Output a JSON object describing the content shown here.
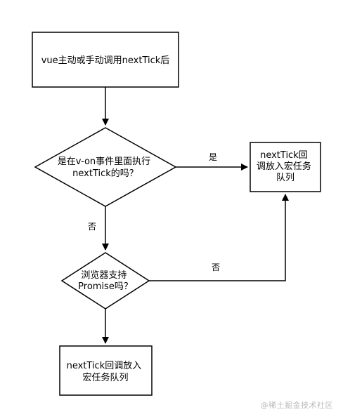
{
  "nodes": {
    "start": {
      "lines": [
        "vue主动或手动调用nextTick后"
      ]
    },
    "decision_von": {
      "lines": [
        "是在v-on事件里面执行",
        "nextTick的吗？"
      ]
    },
    "macro_task_right": {
      "lines": [
        "nextTick回",
        "调放入宏任务",
        "队列"
      ]
    },
    "decision_promise": {
      "lines": [
        "浏览器支持",
        "Promise吗？"
      ]
    },
    "macro_task_bottom": {
      "lines": [
        "nextTick回调放入",
        "宏任务队列"
      ]
    }
  },
  "edges": {
    "yes_label": "是",
    "no_label_1": "否",
    "no_label_2": "否"
  },
  "watermark": "@稀土掘金技术社区"
}
